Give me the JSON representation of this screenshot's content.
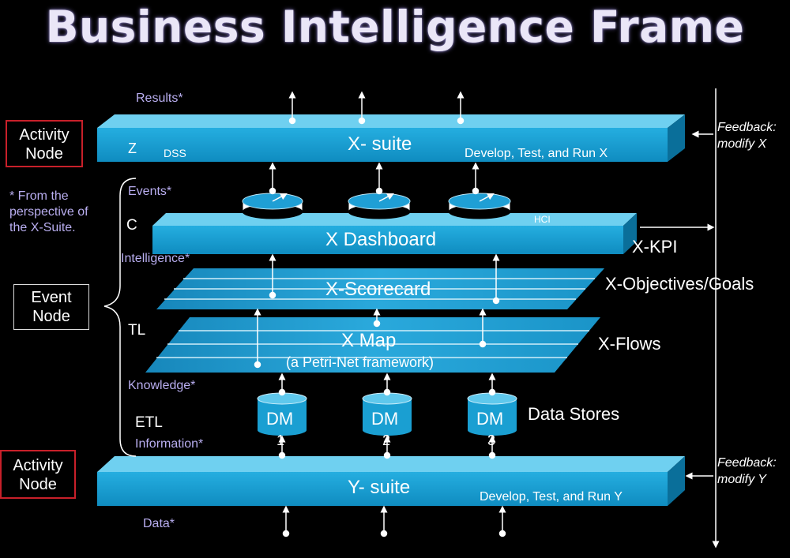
{
  "title": "Business Intelligence Frame",
  "left_boxes": {
    "activity_top": [
      "Activity",
      "Node"
    ],
    "event": [
      "Event",
      "Node"
    ],
    "activity_bottom": [
      "Activity",
      "Node"
    ]
  },
  "footnote": [
    "* From the",
    "perspective of",
    "the X-Suite."
  ],
  "flow_labels": {
    "results": "Results*",
    "events": "Events*",
    "intelligence": "Intelligence*",
    "knowledge": "Knowledge*",
    "information": "Information*",
    "data": "Data*"
  },
  "letters": {
    "z": "Z",
    "dss": "DSS",
    "c": "C",
    "tl": "TL",
    "etl": "ETL",
    "hci": "HCI"
  },
  "layers": {
    "x_suite": "X- suite",
    "x_suite_sub": "Develop, Test, and Run X",
    "x_dashboard": "X Dashboard",
    "x_scorecard": "X-Scorecard",
    "x_map": "X Map",
    "x_map_sub": "(a Petri-Net framework)",
    "y_suite": "Y- suite",
    "y_suite_sub": "Develop, Test, and Run Y"
  },
  "right_labels": {
    "kpi": "X-KPI",
    "objectives": "X-Objectives/Goals",
    "flows": "X-Flows",
    "data_stores": "Data Stores"
  },
  "feedback_x": [
    "Feedback:",
    "modify X"
  ],
  "feedback_y": [
    "Feedback:",
    "modify Y"
  ],
  "data_marts": [
    {
      "label": "DM",
      "number": "1"
    },
    {
      "label": "DM",
      "number": "2"
    },
    {
      "label": "DM",
      "number": "3"
    }
  ],
  "colors": {
    "cyan_front": "#1a9fd2",
    "cyan_top": "#5fc8ec",
    "cyan_side": "#0a6f9a",
    "lavender": "#b9aef0",
    "red_border": "#c8202a"
  }
}
